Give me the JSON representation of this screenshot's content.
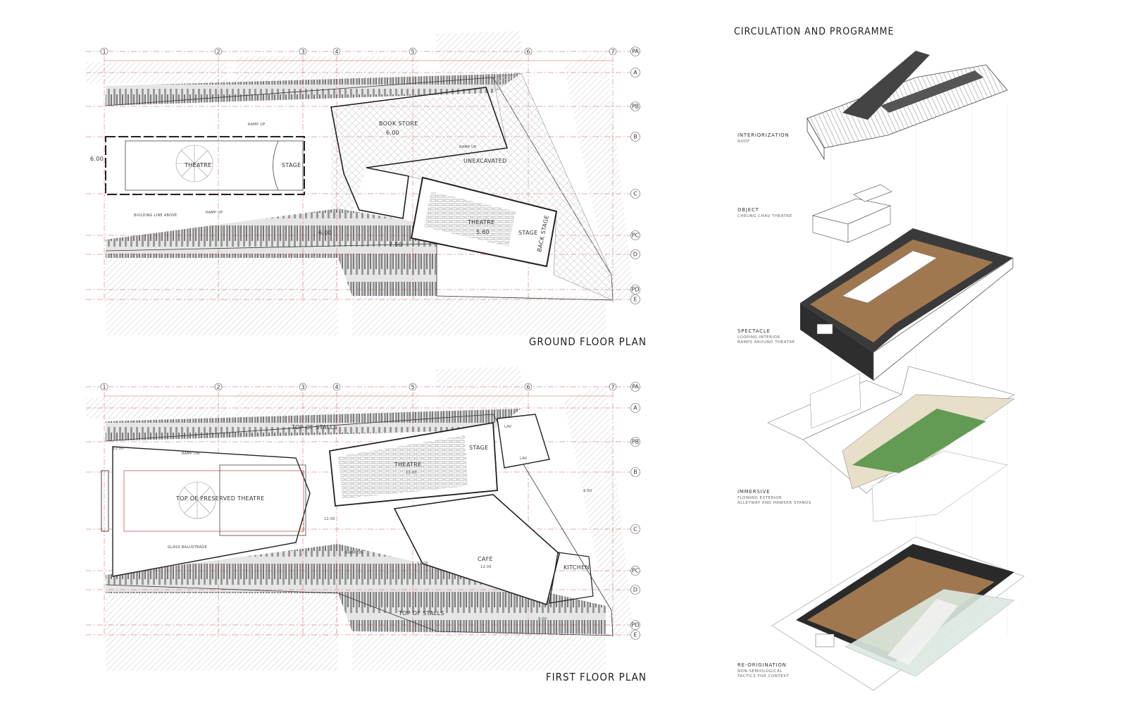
{
  "panel_titles": {
    "ground": "GROUND FLOOR PLAN",
    "first": "FIRST FLOOR PLAN",
    "circulation": "CIRCULATION AND PROGRAMME"
  },
  "grid": {
    "columns": [
      "1",
      "2",
      "3",
      "4",
      "5",
      "6",
      "7"
    ],
    "rows": [
      "PA",
      "A",
      "PB",
      "B",
      "C",
      "PC",
      "D",
      "PD",
      "E"
    ]
  },
  "ground_labels": {
    "book_store": "BOOK STORE",
    "book_store_level": "6.00",
    "theatre_old": "THEATRE",
    "stage_old": "STAGE",
    "unexcavated": "UNEXCAVATED",
    "theatre_new": "THEATRE",
    "theatre_new_level": "5.60",
    "stage_new": "STAGE",
    "back_stage": "BACK STAGE",
    "ramp_up_1": "RAMP UP",
    "ramp_up_2": "RAMP UP",
    "ramp_up_3": "RAMP UP",
    "building_line": "BUILDING LINE ABOVE",
    "level_left": "6.00",
    "level_mid": "6.00",
    "level_low": "7.50"
  },
  "first_labels": {
    "top_of_stalls_1": "TOP OF STALLS",
    "ramp_on": "RAMP ON",
    "level_a": "12.00",
    "theatre": "THEATRE",
    "theatre_level": "12.00",
    "stage": "STAGE",
    "lav_1": "LAV",
    "lav_2": "LAV",
    "top_preserved": "TOP OF PRESERVED THEATRE",
    "level_center": "12.00",
    "glass": "GLASS BALUSTRADE",
    "ramp_on_2": "RAMP ON",
    "cafe": "CAFE",
    "cafe_level": "12.00",
    "level_b": "12.00",
    "kitchen": "KITCHEN",
    "top_of_stalls_2": "TOP OF STALLS",
    "level_right": "9.00",
    "level_low": "9.00"
  },
  "stages": [
    {
      "title": "INTERIORIZATION",
      "sub": [
        "ROOF"
      ]
    },
    {
      "title": "OBJECT",
      "sub": [
        "CHEUNG CHAU THEATRE"
      ]
    },
    {
      "title": "SPECTACLE",
      "sub": [
        "LOOPING INTERIOR",
        "RAMPS AROUND THEATRE"
      ]
    },
    {
      "title": "IMMERSIVE",
      "sub": [
        "FLOWING EXTERIOR",
        "ALLEYWAY AND HAWKER STANDS"
      ]
    },
    {
      "title": "RE-ORIGINATION",
      "sub": [
        "NON-SEMIOLOGICAL",
        "TACTICS FOR CONTEXT"
      ]
    }
  ]
}
